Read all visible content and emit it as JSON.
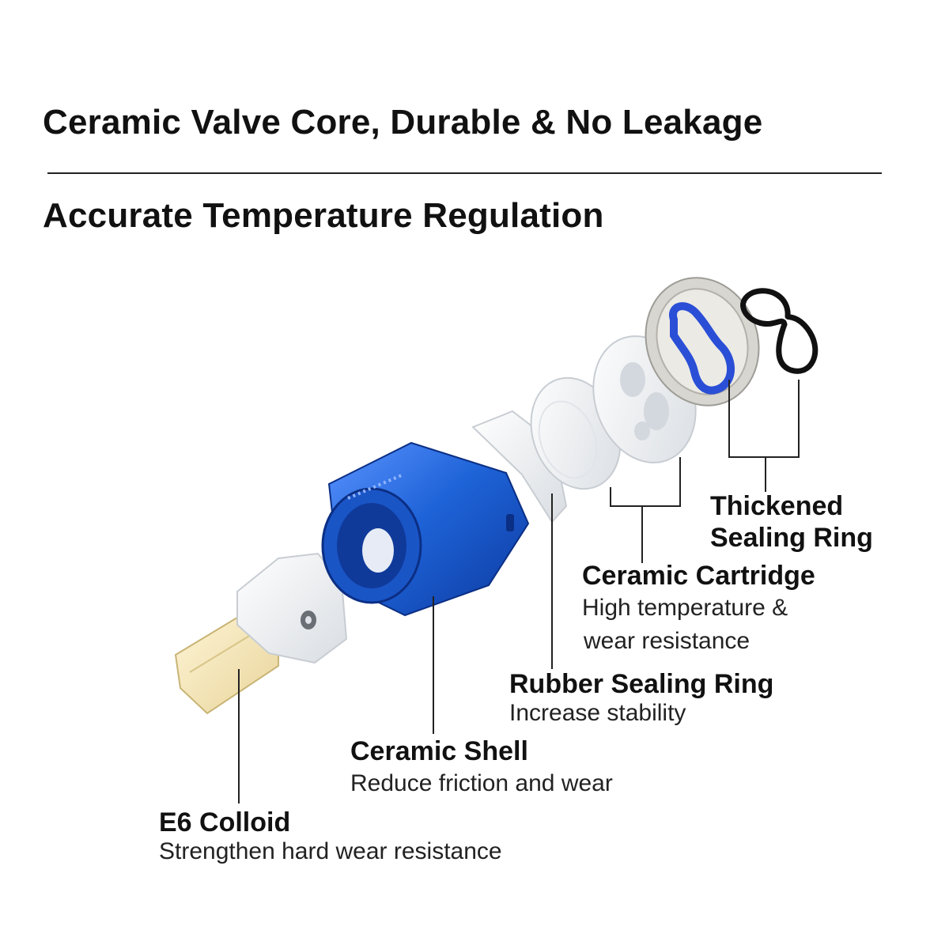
{
  "header": {
    "title": "Ceramic Valve Core, Durable & No Leakage",
    "subtitle": "Accurate Temperature Regulation"
  },
  "colors": {
    "shell_blue": "#1e63d8",
    "shell_blue_dark": "#0d3aa0",
    "ring_blue": "#2a4fd6",
    "ceramic_white": "#f2f4f6",
    "colloid": "#f5e6b6",
    "leader_lines": "#222222"
  },
  "parts": {
    "sealing_ring": {
      "title_line1": "Thickened",
      "title_line2": "Sealing Ring"
    },
    "cartridge": {
      "title": "Ceramic Cartridge",
      "desc_line1": "High temperature &",
      "desc_line2": "wear resistance"
    },
    "rubber_ring": {
      "title": "Rubber Sealing Ring",
      "desc": "Increase stability"
    },
    "shell": {
      "title": "Ceramic Shell",
      "desc": "Reduce friction and wear"
    },
    "colloid": {
      "title": "E6 Colloid",
      "desc": "Strengthen hard wear resistance"
    }
  }
}
